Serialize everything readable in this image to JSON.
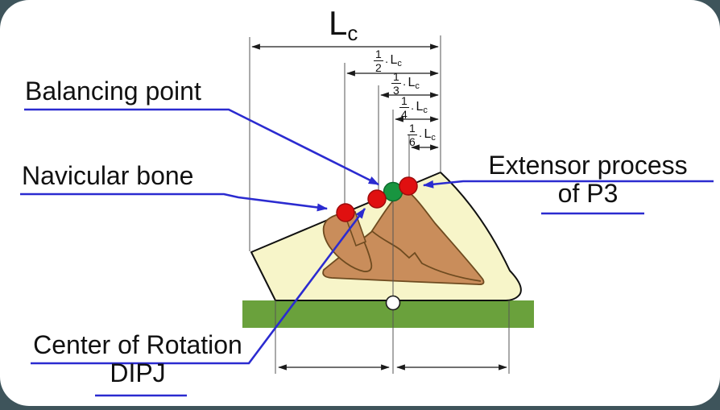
{
  "labels": {
    "balancing_point": "Balancing point",
    "navicular_bone": "Navicular bone",
    "extensor_line1": "Extensor process",
    "extensor_line2": "of P3",
    "center_rotation_line1": "Center of Rotation",
    "center_rotation_line2": "DIPJ"
  },
  "title_dimension": {
    "base": "L",
    "sub": "c"
  },
  "dimension_fractions": [
    {
      "num": "1",
      "den": "2",
      "dot": "·",
      "base": "L",
      "sub": "c"
    },
    {
      "num": "1",
      "den": "3",
      "dot": "·",
      "base": "L",
      "sub": "c"
    },
    {
      "num": "1",
      "den": "4",
      "dot": "·",
      "base": "L",
      "sub": "c"
    },
    {
      "num": "1",
      "den": "6",
      "dot": "·",
      "base": "L",
      "sub": "c"
    }
  ],
  "markers": [
    {
      "name": "navicular-bone-marker",
      "color": "#E01010",
      "position": "1/2·Lc on coronet line"
    },
    {
      "name": "center-of-rotation-dipj-marker",
      "color": "#E01010",
      "position": "1/3·Lc on coronet line"
    },
    {
      "name": "balancing-point-marker",
      "color": "#189540",
      "position": "1/4·Lc on coronet line"
    },
    {
      "name": "extensor-process-p3-marker",
      "color": "#E01010",
      "position": "1/6·Lc on coronet line"
    },
    {
      "name": "ground-projection-marker",
      "color": "#FFFFFF",
      "position": "ground line below balancing point"
    }
  ],
  "colors": {
    "background": "#3E545B",
    "slide": "#FFFFFF",
    "leader_blue": "#2B2BD0",
    "hoof_capsule": "#F7F5C9",
    "bone_fill": "#C98D5B",
    "bone_outline": "#6E4B20",
    "ground_green": "#6AA13C",
    "marker_red": "#E01010",
    "marker_green": "#189540",
    "dimension_line": "#222222"
  }
}
